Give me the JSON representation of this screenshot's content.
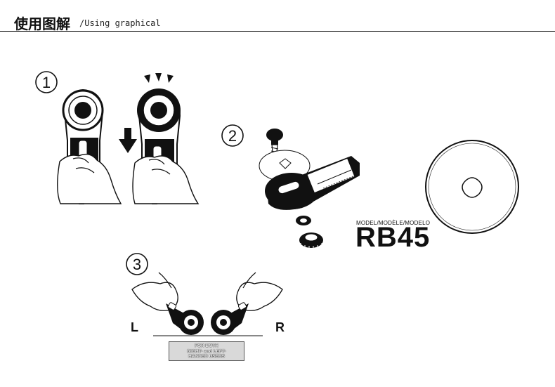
{
  "header": {
    "title_cn": "使用图解",
    "title_en": "/Using graphical"
  },
  "steps": [
    {
      "number": "1"
    },
    {
      "number": "2"
    },
    {
      "number": "3"
    }
  ],
  "product": {
    "model_label": "MODEL/MODÈLE/MODELO",
    "model_code": "RB45"
  },
  "step3": {
    "left_label": "L",
    "right_label": "R",
    "badge_lines": [
      "FOR BOTH",
      "RIGHT- and LEFT-",
      "HANDED USERS"
    ]
  },
  "icons": [
    "rotary-cutter-icon",
    "hand-icon",
    "arrow-down-icon",
    "screw-icon",
    "washer-icon",
    "nut-icon",
    "blade-icon"
  ]
}
